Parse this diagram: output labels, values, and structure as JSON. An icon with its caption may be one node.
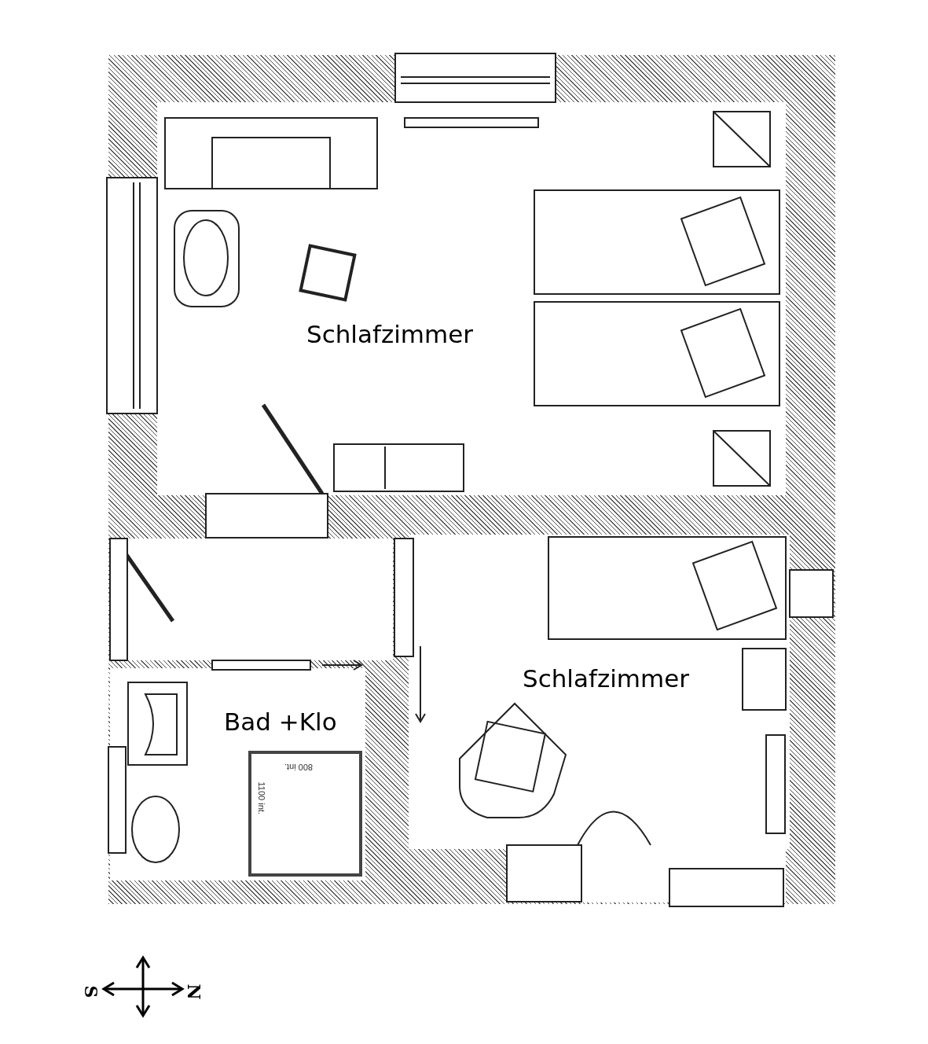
{
  "diagram": {
    "nodes": [
      {
        "text": [
          "Schlafzimmer"
        ]
      },
      {
        "text": [
          "Schlafzimmer"
        ]
      },
      {
        "text": [
          "Bad +Klo"
        ]
      },
      {
        "text": [
          "800 int.",
          "1100 int."
        ],
        "in": 2
      }
    ],
    "labels": [
      "S",
      "N"
    ]
  }
}
